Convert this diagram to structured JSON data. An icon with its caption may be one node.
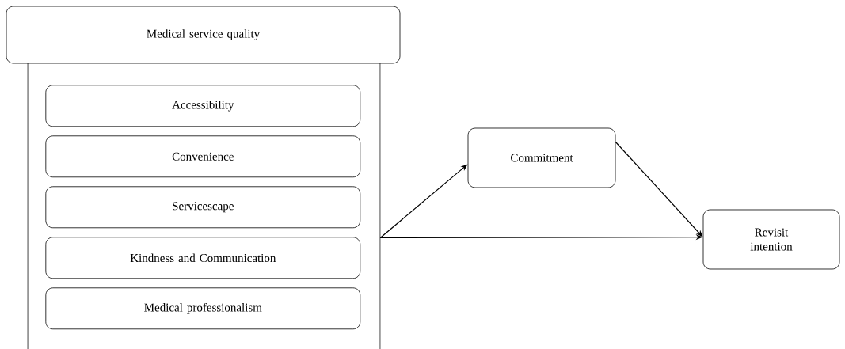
{
  "diagram": {
    "nodes": [
      {
        "text": [
          "Medical service quality"
        ]
      },
      {
        "text": [
          "Accessibility"
        ],
        "in": 0
      },
      {
        "text": [
          "Convenience"
        ],
        "in": 0
      },
      {
        "text": [
          "Servicescape"
        ],
        "in": 0
      },
      {
        "text": [
          "Kindness and Communication"
        ],
        "in": 0
      },
      {
        "text": [
          "Medical professionalism"
        ],
        "in": 0
      },
      {
        "text": [
          "Commitment"
        ]
      },
      {
        "text": [
          "Revisit intention"
        ]
      }
    ],
    "edges": [
      {
        "from": 0,
        "to": 6,
        "arrow": "to"
      },
      {
        "from": 0,
        "to": 7,
        "arrow": "to"
      },
      {
        "from": 6,
        "to": 7,
        "arrow": "to"
      }
    ]
  }
}
